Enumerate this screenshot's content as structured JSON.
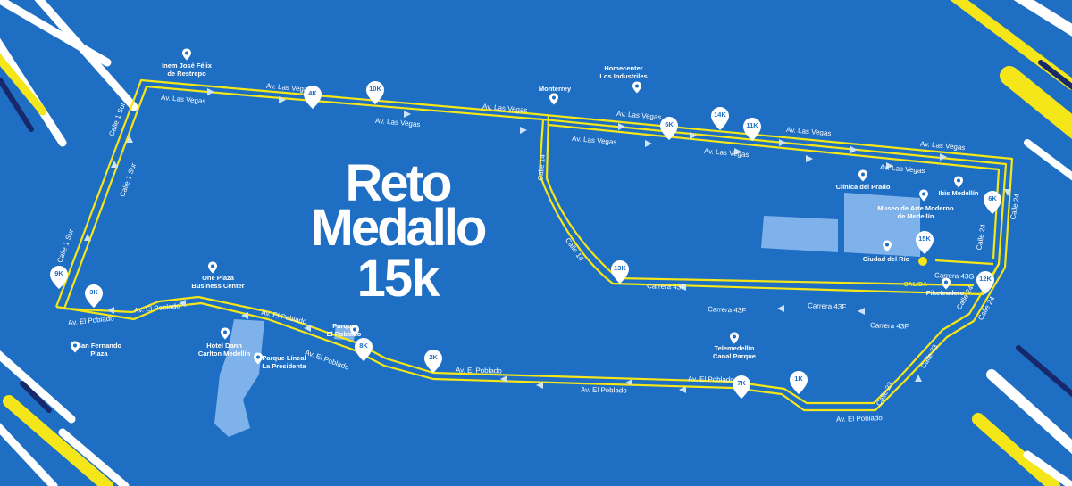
{
  "event": {
    "title_line1": "Reto",
    "title_line2": "Medallo",
    "title_line3": "15k"
  },
  "colors": {
    "background": "#1e6fc4",
    "route": "#f5e61a",
    "text": "#ffffff",
    "park": "#7fb2ea",
    "accent_dark": "#17286b"
  },
  "start_label": "SALIDA",
  "km_markers": [
    "1K",
    "2K",
    "3K",
    "4K",
    "5K",
    "6K",
    "7K",
    "8K",
    "9K",
    "10K",
    "11K",
    "12K",
    "13K",
    "14K",
    "15K"
  ],
  "streets": {
    "las_vegas": "Av. Las Vegas",
    "el_poblado": "Av. El Poblado",
    "calle_1_sur": "Calle 1 Sur",
    "calle_14": "Calle 14",
    "calle_23": "Calle 23",
    "calle_24": "Calle 24",
    "carrera_43f": "Carrera 43F",
    "carrera_43g": "Carrera 43G"
  },
  "places": [
    {
      "id": "inem",
      "lines": [
        "Inem José Félix",
        "de Restrepo"
      ]
    },
    {
      "id": "homecenter",
      "lines": [
        "Homecenter",
        "Los Industriles"
      ]
    },
    {
      "id": "monterrey",
      "lines": [
        "Monterrey"
      ]
    },
    {
      "id": "clinica",
      "lines": [
        "Clínica del Prado"
      ]
    },
    {
      "id": "ibis",
      "lines": [
        "Ibis Medellín"
      ]
    },
    {
      "id": "museo",
      "lines": [
        "Museo de Arte Moderno",
        "de Medellín"
      ]
    },
    {
      "id": "ciudad_rio",
      "lines": [
        "Ciudad del Río"
      ]
    },
    {
      "id": "piketeadero",
      "lines": [
        "Piketeadero"
      ]
    },
    {
      "id": "telemedellin",
      "lines": [
        "Telemedellín",
        "Canal Parque"
      ]
    },
    {
      "id": "one_plaza",
      "lines": [
        "One Plaza",
        "Business Center"
      ]
    },
    {
      "id": "parque_poblado",
      "lines": [
        "Parque",
        "El Poblado"
      ]
    },
    {
      "id": "hotel_dann",
      "lines": [
        "Hotel Dann",
        "Carlton Medellín"
      ]
    },
    {
      "id": "parque_lineal",
      "lines": [
        "Parque Líneal",
        "La Presidenta"
      ]
    },
    {
      "id": "san_fernando",
      "lines": [
        "San Fernando",
        "Plaza"
      ]
    }
  ]
}
